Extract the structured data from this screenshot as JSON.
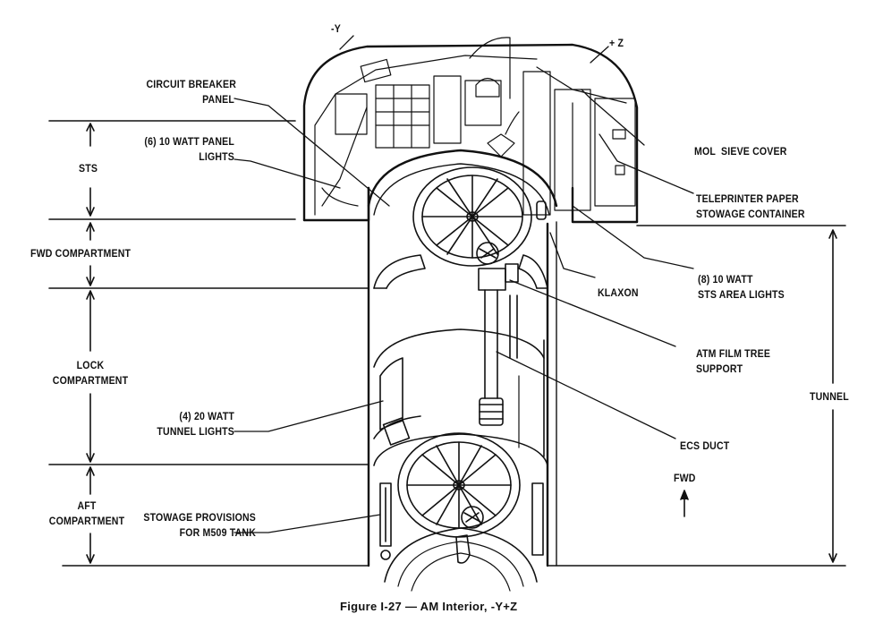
{
  "axes": {
    "minus_y": "-Y",
    "plus_z": "+ Z"
  },
  "labels": {
    "circuit_breaker": [
      "CIRCUIT BREAKER",
      "PANEL"
    ],
    "panel_lights": [
      "(6) 10 WATT PANEL",
      "LIGHTS"
    ],
    "tunnel_lights": [
      "(4) 20 WATT",
      "TUNNEL LIGHTS"
    ],
    "stowage_provisions": [
      "STOWAGE PROVISIONS",
      "FOR M509 TANK"
    ],
    "mol_sieve": [
      "MOL  SIEVE COVER"
    ],
    "teleprinter": [
      "TELEPRINTER PAPER",
      "STOWAGE CONTAINER"
    ],
    "sts_lights": [
      "(8) 10 WATT",
      "STS AREA LIGHTS"
    ],
    "klaxon": [
      "KLAXON"
    ],
    "atm_film": [
      "ATM FILM TREE",
      "SUPPORT"
    ],
    "ecs_duct": [
      "ECS DUCT"
    ],
    "fwd": [
      "FWD"
    ]
  },
  "dimensions": {
    "sts": "STS",
    "fwd_compartment": "FWD COMPARTMENT",
    "lock_compartment": [
      "LOCK",
      "COMPARTMENT"
    ],
    "aft_compartment": [
      "AFT",
      "COMPARTMENT"
    ],
    "tunnel": "TUNNEL"
  },
  "caption": "Figure I-27  —  AM Interior, -Y+Z"
}
